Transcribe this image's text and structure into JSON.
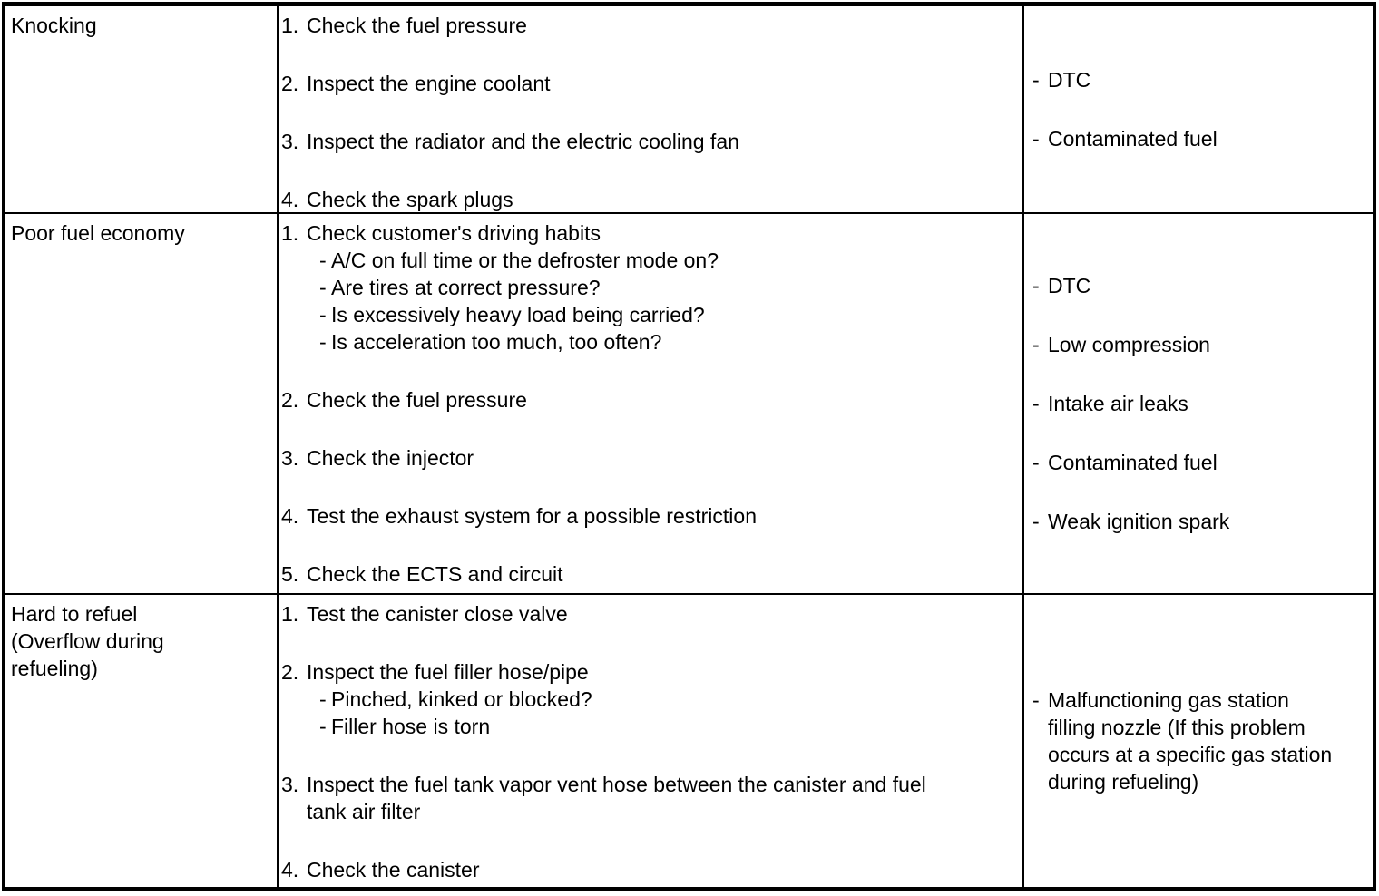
{
  "table": {
    "sub_bullet": "-",
    "cause_bullet": "-",
    "text_color": "#000000",
    "border_color": "#000000",
    "background_color": "#ffffff",
    "columns": [
      "symptom",
      "inspection_steps",
      "possible_causes"
    ],
    "rows": [
      {
        "symptom": "Knocking",
        "steps": [
          {
            "num": "1.",
            "text": "Check the fuel pressure",
            "subs": []
          },
          {
            "num": "2.",
            "text": "Inspect the engine coolant",
            "subs": []
          },
          {
            "num": "3.",
            "text": "Inspect the radiator and the electric cooling fan",
            "subs": []
          },
          {
            "num": "4.",
            "text": "Check the spark plugs",
            "subs": []
          }
        ],
        "causes": [
          "DTC",
          "Contaminated fuel"
        ]
      },
      {
        "symptom": "Poor fuel economy",
        "steps": [
          {
            "num": "1.",
            "text": "Check customer's driving habits",
            "subs": [
              "A/C on full time or the defroster mode on?",
              "Are tires at correct pressure?",
              "Is excessively heavy load being carried?",
              "Is acceleration too much, too often?"
            ]
          },
          {
            "num": "2.",
            "text": "Check the fuel pressure",
            "subs": []
          },
          {
            "num": "3.",
            "text": "Check the injector",
            "subs": []
          },
          {
            "num": "4.",
            "text": "Test the exhaust system for a possible restriction",
            "subs": []
          },
          {
            "num": "5.",
            "text": "Check the ECTS and circuit",
            "subs": []
          }
        ],
        "causes": [
          "DTC",
          "Low compression",
          "Intake air leaks",
          "Contaminated fuel",
          "Weak ignition spark"
        ]
      },
      {
        "symptom": "Hard to refuel\n(Overflow during\nrefueling)",
        "steps": [
          {
            "num": "1.",
            "text": "Test the canister close valve",
            "subs": []
          },
          {
            "num": "2.",
            "text": "Inspect the fuel filler hose/pipe",
            "subs": [
              "Pinched, kinked or blocked?",
              "Filler hose is torn"
            ]
          },
          {
            "num": "3.",
            "text": "Inspect the fuel tank vapor vent hose between the canister and fuel\ntank air filter",
            "subs": []
          },
          {
            "num": "4.",
            "text": "Check the canister",
            "subs": []
          }
        ],
        "causes": [
          "Malfunctioning gas station\nfilling nozzle (If this problem\noccurs at a specific gas station\nduring refueling)"
        ]
      }
    ]
  }
}
